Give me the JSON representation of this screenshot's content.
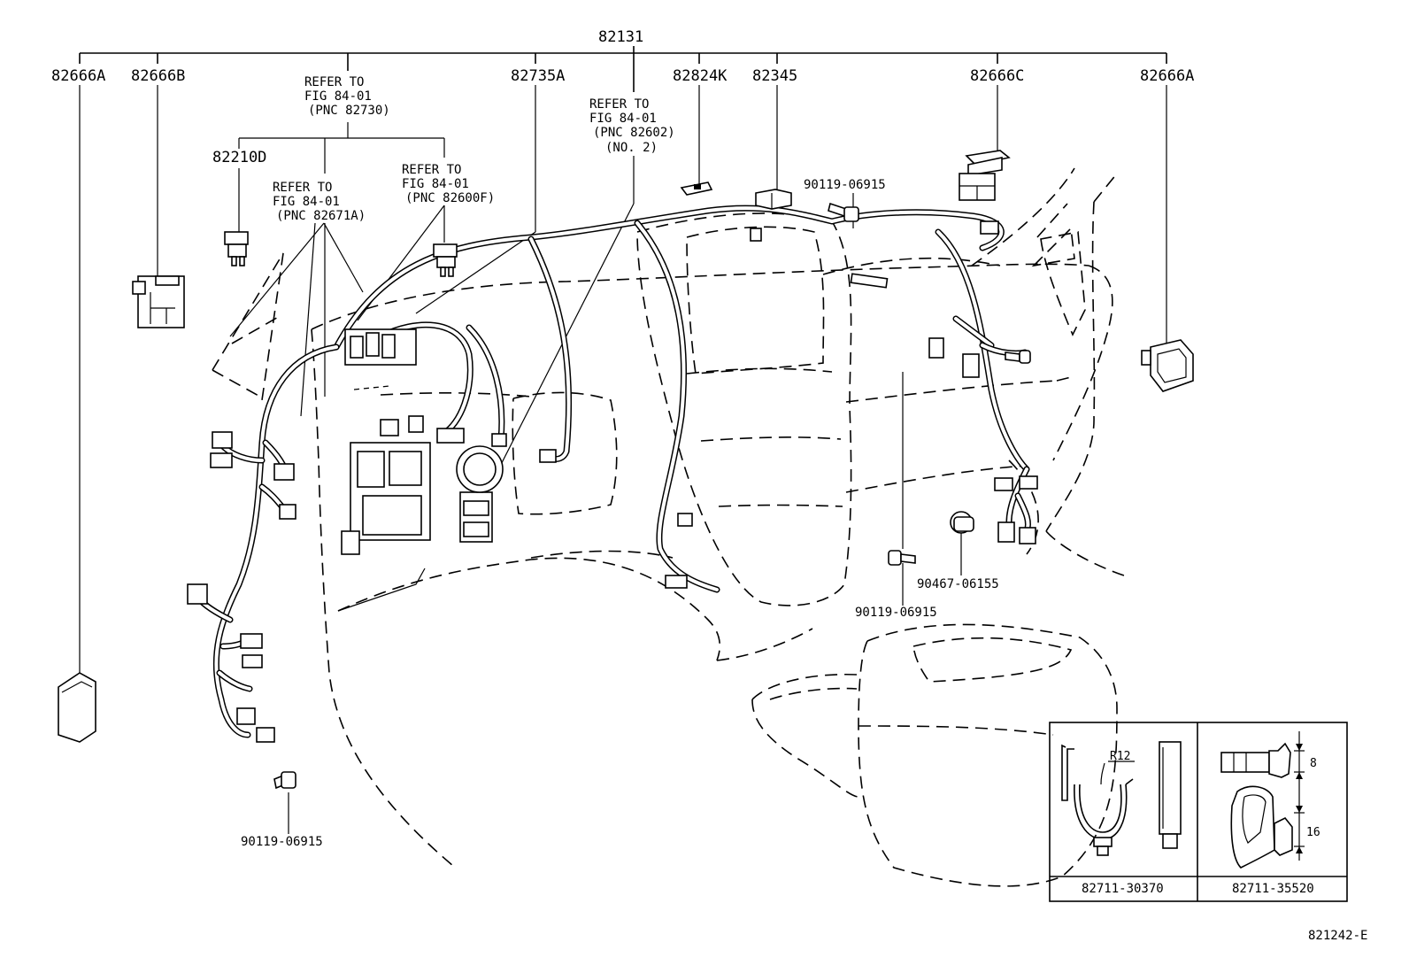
{
  "diagram": {
    "main_part": "82131",
    "figure_code": "821242-E",
    "callouts": {
      "p82666A_left": "82666A",
      "p82666B": "82666B",
      "p82735A": "82735A",
      "p82824K": "82824K",
      "p82345": "82345",
      "p82666C": "82666C",
      "p82666A_right": "82666A",
      "p82210D": "82210D",
      "bolt_top": "90119-06915",
      "bolt_left": "90119-06915",
      "bolt_center": "90119-06915",
      "p90467": "90467-06155"
    },
    "refer_82730": [
      "REFER TO",
      "FIG 84-01",
      "(PNC 82730)"
    ],
    "refer_82671A": [
      "REFER TO",
      "FIG 84-01",
      "(PNC 82671A)"
    ],
    "refer_82600F": [
      "REFER TO",
      "FIG 84-01",
      "(PNC 82600F)"
    ],
    "refer_82602": [
      "REFER TO",
      "FIG 84-01",
      "(PNC 82602)",
      "(NO. 2)"
    ],
    "inset": {
      "left_part": "82711-30370",
      "right_part": "82711-35520",
      "radius_label": "R12",
      "dim_a": "8",
      "dim_b": "16"
    }
  }
}
